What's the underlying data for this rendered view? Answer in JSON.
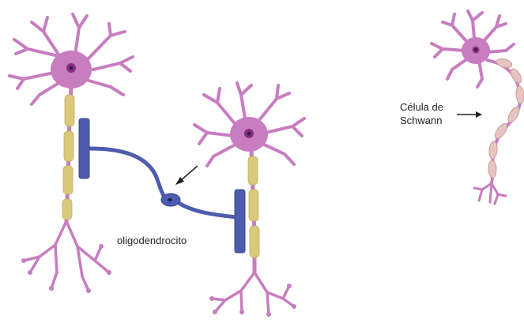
{
  "labels": {
    "oligodendrocyte": "oligodendrocito",
    "schwann_line1": "Célula de",
    "schwann_line2": "Schwann"
  },
  "colors": {
    "neuron": "#c77dc0",
    "neuron_dark": "#b264ab",
    "nucleus": "#8a2f85",
    "nucleolus": "#3a1a4a",
    "oligodendrocyte": "#4d5cae",
    "oligodendrocyte_dark": "#3a488f",
    "myelin_yellow": "#d9c97a",
    "schwann_sheath": "#e7c4bf",
    "schwann_stroke": "#c99d97",
    "arrow": "#222222"
  }
}
